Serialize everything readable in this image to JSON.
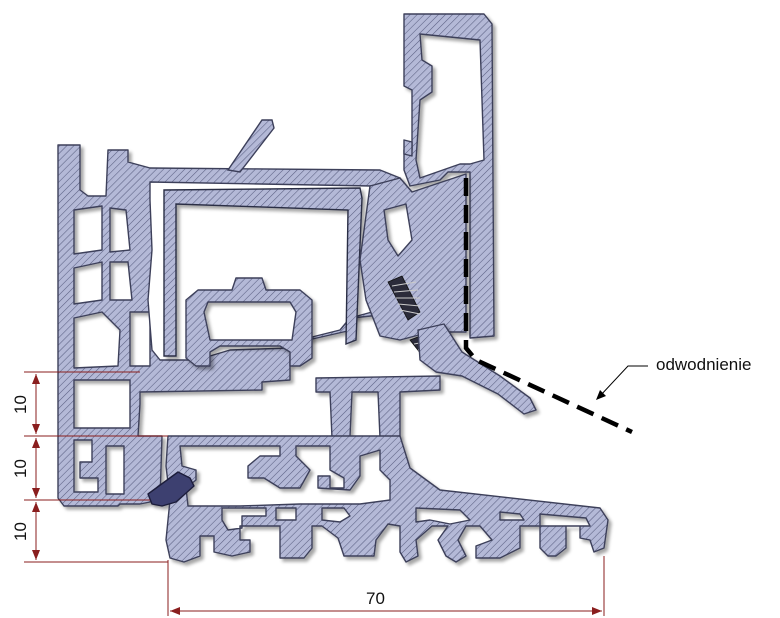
{
  "labels": {
    "drainage": "odwodnienie"
  },
  "dimensions": {
    "vertical_1": "10",
    "vertical_2": "10",
    "vertical_3": "10",
    "horizontal": "70"
  },
  "colors": {
    "profile_fill": "#b4b9d7",
    "profile_stroke": "#3c3f5a",
    "hatch": "#5a5f82",
    "dimension_line": "#8a1e1e",
    "drainage_dash": "#000000"
  }
}
